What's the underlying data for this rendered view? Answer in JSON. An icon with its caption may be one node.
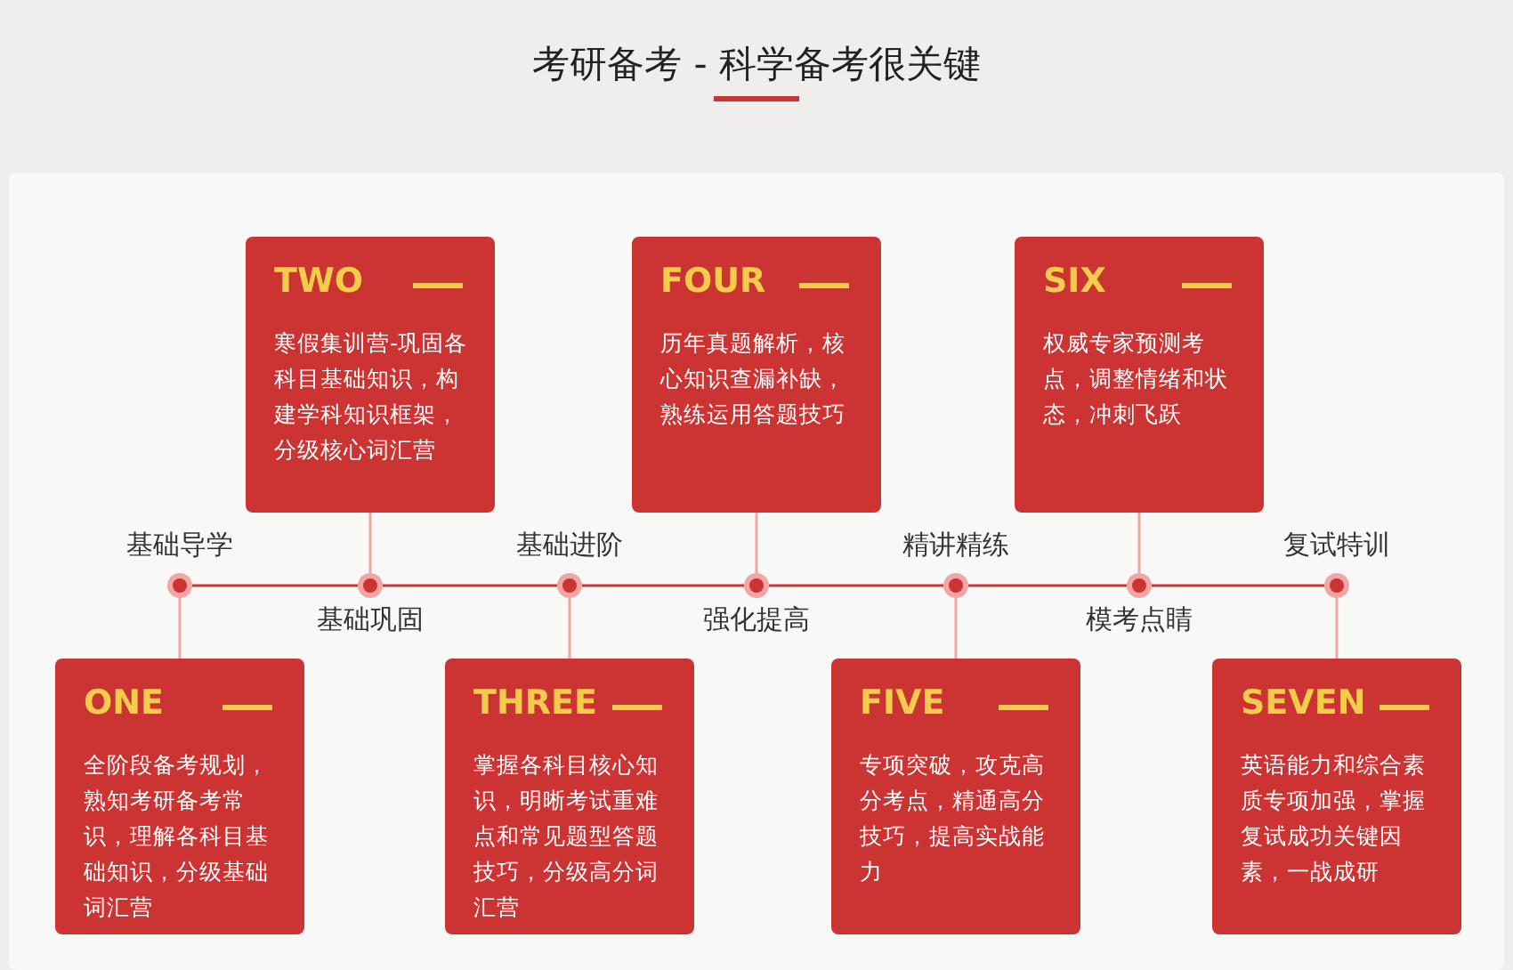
{
  "diagram": {
    "title": "考研备考 - 科学备考很关键",
    "nodes": [
      {
        "text": [
          "ONE",
          "全阶段备考规划，熟知考研备考常识，理解各科目基础知识，分级基础词汇营"
        ]
      },
      {
        "text": [
          "TWO",
          "寒假集训营-巩固各科目基础知识，构建学科知识框架，分级核心词汇营"
        ]
      },
      {
        "text": [
          "THREE",
          "掌握各科目核心知识，明晰考试重难点和常见题型答题技巧，分级高分词汇营"
        ]
      },
      {
        "text": [
          "FOUR",
          "历年真题解析，核心知识查漏补缺，熟练运用答题技巧"
        ]
      },
      {
        "text": [
          "FIVE",
          "专项突破，攻克高分考点，精通高分技巧，提高实战能力"
        ]
      },
      {
        "text": [
          "SIX",
          "权威专家预测考点，调整情绪和状态，冲刺飞跃"
        ]
      },
      {
        "text": [
          "SEVEN",
          "英语能力和综合素质专项加强，掌握复试成功关键因素，一战成研"
        ]
      },
      {
        "text": [],
        "shape": "circle",
        "beside": [
          "基础导学"
        ]
      },
      {
        "text": [],
        "shape": "circle",
        "beside": [
          "基础巩固"
        ]
      },
      {
        "text": [],
        "shape": "circle",
        "beside": [
          "基础进阶"
        ]
      },
      {
        "text": [],
        "shape": "circle",
        "beside": [
          "强化提高"
        ]
      },
      {
        "text": [],
        "shape": "circle",
        "beside": [
          "精讲精练"
        ]
      },
      {
        "text": [],
        "shape": "circle",
        "beside": [
          "模考点睛"
        ]
      },
      {
        "text": [],
        "shape": "circle",
        "beside": [
          "复试特训"
        ]
      }
    ],
    "edges": [
      {
        "from": 7,
        "to": 0,
        "arrow": "none"
      },
      {
        "from": 8,
        "to": 1,
        "arrow": "none"
      },
      {
        "from": 9,
        "to": 2,
        "arrow": "none"
      },
      {
        "from": 10,
        "to": 3,
        "arrow": "none"
      },
      {
        "from": 11,
        "to": 4,
        "arrow": "none"
      },
      {
        "from": 12,
        "to": 5,
        "arrow": "none"
      },
      {
        "from": 13,
        "to": 6,
        "arrow": "none"
      },
      {
        "from": 7,
        "to": 8,
        "arrow": "none",
        "color": "#cc3333"
      },
      {
        "from": 8,
        "to": 9,
        "arrow": "none",
        "color": "#cc3333"
      },
      {
        "from": 9,
        "to": 10,
        "arrow": "none",
        "color": "#cc3333"
      },
      {
        "from": 10,
        "to": 11,
        "arrow": "none",
        "color": "#cc3333"
      },
      {
        "from": 11,
        "to": 12,
        "arrow": "none",
        "color": "#cc3333"
      },
      {
        "from": 12,
        "to": 13,
        "arrow": "none",
        "color": "#cc3333"
      }
    ]
  }
}
